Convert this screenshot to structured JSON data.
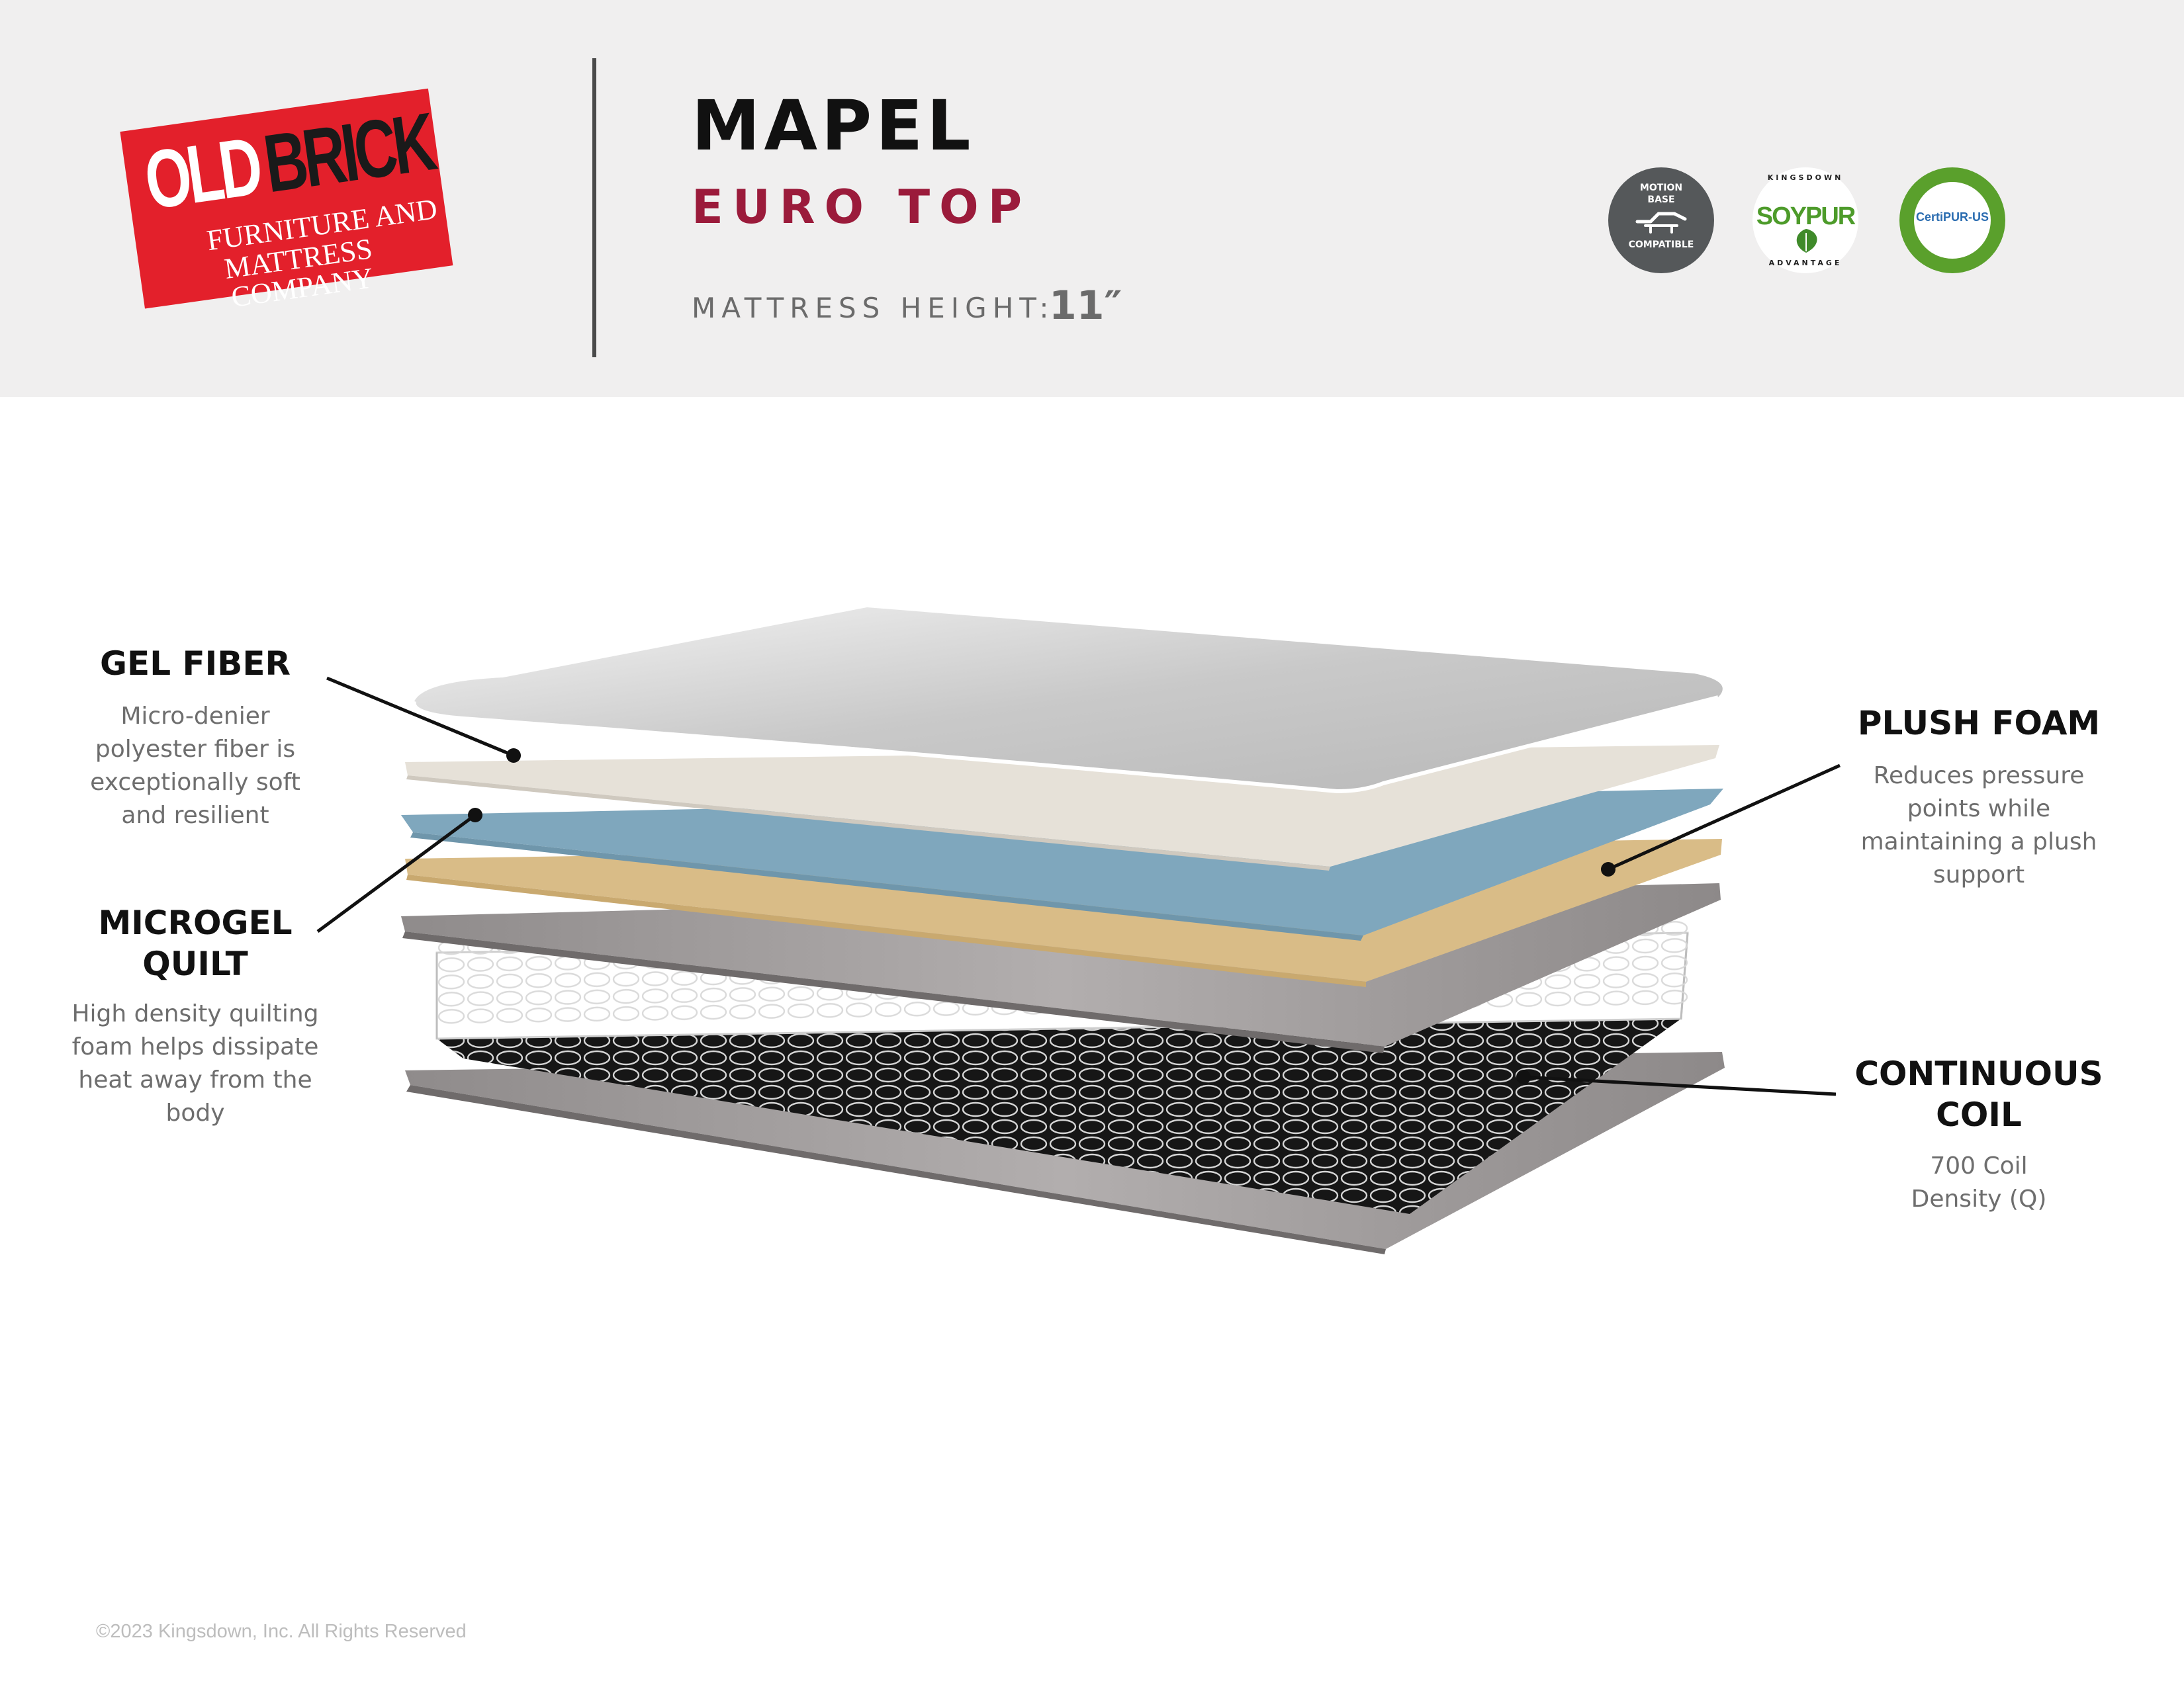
{
  "logo": {
    "word_old": "OLD",
    "word_brick": "BRICK",
    "line1": "FURNITURE AND",
    "line2": "MATTRESS COMPANY"
  },
  "product": {
    "name": "MAPEL",
    "type": "EURO TOP",
    "height_label": "MATTRESS HEIGHT:",
    "height_value": "11″"
  },
  "badges": {
    "motion": {
      "line1": "MOTION",
      "line2": "BASE",
      "line3": "COMPATIBLE",
      "icon": "adjustable-bed-icon"
    },
    "soypur": {
      "top": "KINGSDOWN",
      "word": "SOYPUR",
      "bottom": "ADVANTAGE",
      "icon": "leaf-icon"
    },
    "certipur": {
      "word": "CertiPUR-US"
    }
  },
  "layers": {
    "gel_fiber": {
      "title": "GEL FIBER",
      "desc": [
        "Micro-denier",
        "polyester fiber is",
        "exceptionally soft",
        "and resilient"
      ]
    },
    "microgel_quilt": {
      "title": [
        "MICROGEL",
        "QUILT"
      ],
      "desc": [
        "High density quilting",
        "foam helps dissipate",
        "heat away from the",
        "body"
      ]
    },
    "plush_foam": {
      "title": "PLUSH FOAM",
      "desc": [
        "Reduces pressure",
        "points while",
        "maintaining a plush",
        "support"
      ]
    },
    "continuous_coil": {
      "title": [
        "CONTINUOUS",
        "COIL"
      ],
      "desc": [
        "700 Coil",
        "Density (Q)"
      ]
    }
  },
  "footer": {
    "copyright": "©2023 Kingsdown, Inc. All Rights Reserved"
  },
  "colors": {
    "header_bg": "#f0efef",
    "accent_red": "#9b1b3b",
    "logo_red": "#e3202b",
    "gel_layer": "#e6e1d8",
    "microgel_layer": "#7fa7bd",
    "plush_layer": "#e1c594",
    "felt": "#9c9898"
  }
}
